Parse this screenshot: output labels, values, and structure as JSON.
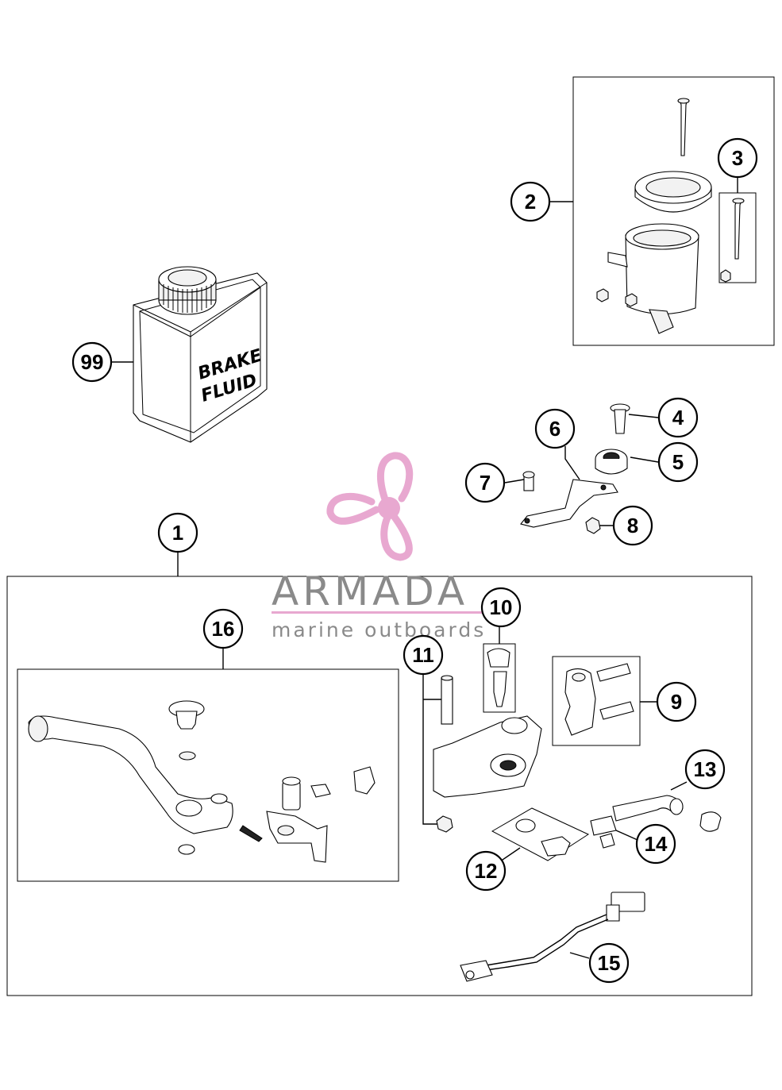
{
  "callouts": {
    "c1": "1",
    "c2": "2",
    "c3": "3",
    "c4": "4",
    "c5": "5",
    "c6": "6",
    "c7": "7",
    "c8": "8",
    "c9": "9",
    "c10": "10",
    "c11": "11",
    "c12": "12",
    "c13": "13",
    "c14": "14",
    "c15": "15",
    "c16": "16",
    "c99": "99"
  },
  "bottle_label": {
    "line1": "BRAKE",
    "line2": "FLUID"
  },
  "watermark": {
    "title": "ARMADA",
    "subtitle": "marine outboards",
    "accent_color": "#e8a8d0",
    "text_color": "#8a8a8a"
  }
}
